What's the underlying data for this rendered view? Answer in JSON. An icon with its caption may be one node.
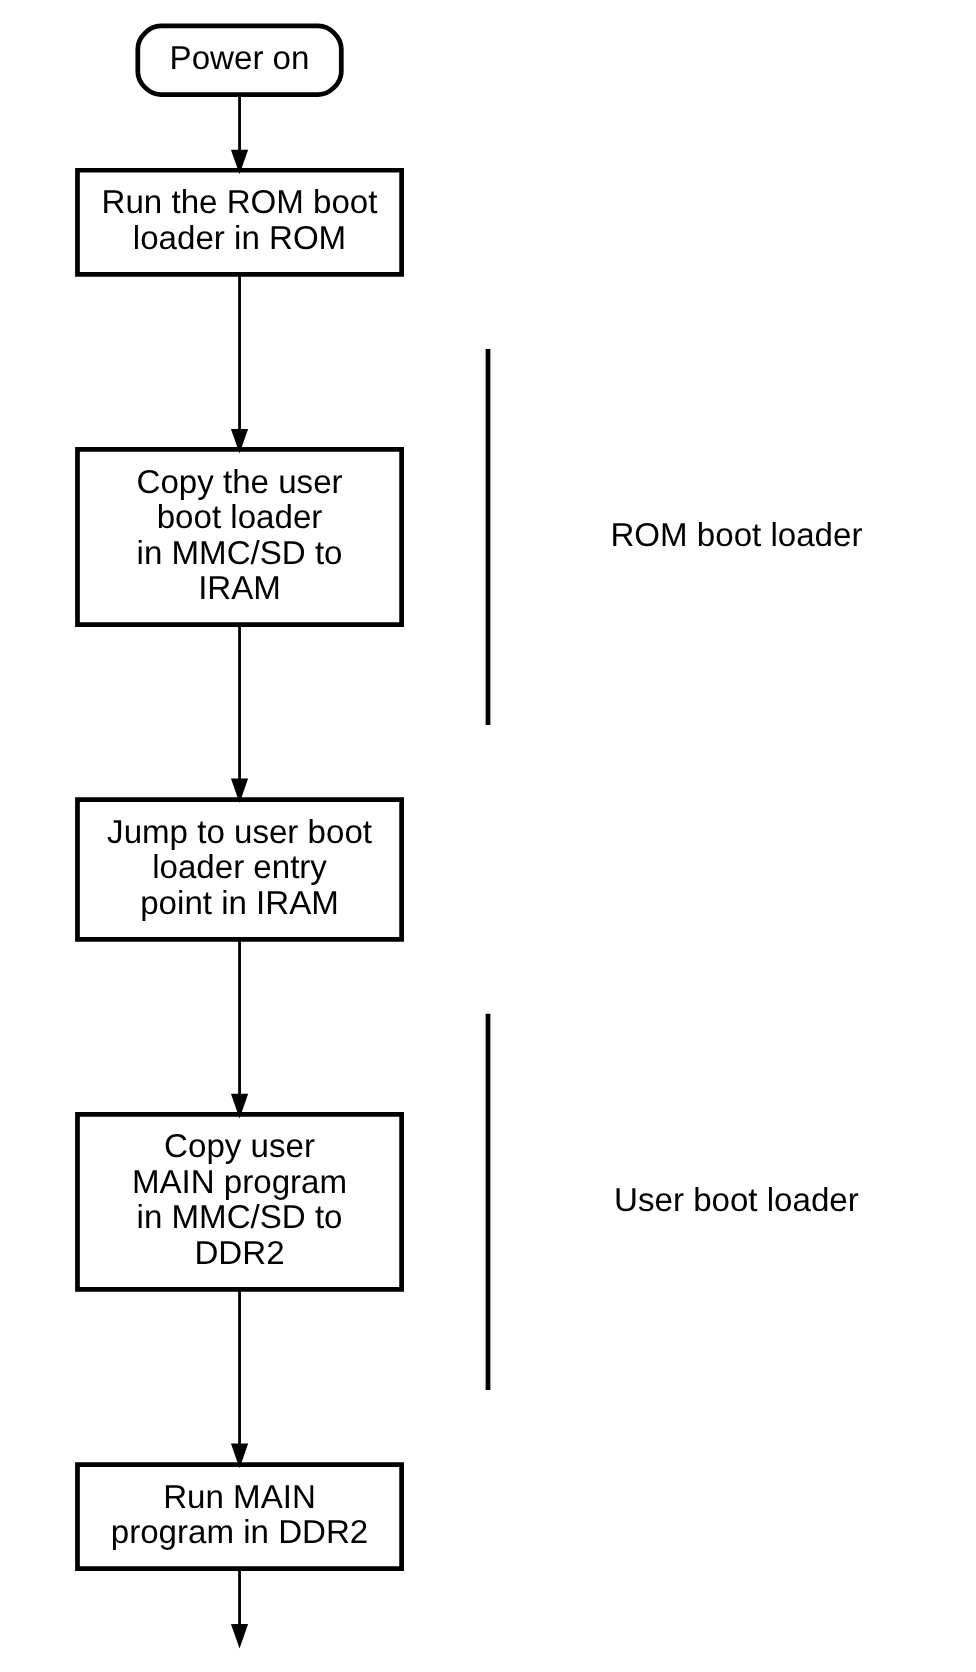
{
  "diagram": {
    "nodes": [
      {
        "text": [
          "Power on"
        ]
      },
      {
        "text": [
          "Run the ROM boot loader in ROM"
        ]
      },
      {
        "text": [
          "Copy the user boot loader in MMC/SD to IRAM"
        ]
      },
      {
        "text": [
          "Jump to user boot loader entry point in IRAM"
        ]
      },
      {
        "text": [
          "Copy user MAIN program in MMC/SD to DDR2"
        ]
      },
      {
        "text": [
          "Run MAIN program in DDR2"
        ]
      }
    ],
    "edges": [
      {
        "from": 0,
        "to": 1,
        "arrow": "to"
      },
      {
        "from": 1,
        "to": 2,
        "arrow": "to"
      },
      {
        "from": 2,
        "to": 3,
        "arrow": "to"
      },
      {
        "from": 3,
        "to": 4,
        "arrow": "to"
      },
      {
        "from": 4,
        "to": 5,
        "arrow": "to"
      },
      {
        "from": 5,
        "to": null,
        "arrow": "to"
      }
    ],
    "labels": [
      "ROM boot loader",
      "User boot loader"
    ]
  }
}
